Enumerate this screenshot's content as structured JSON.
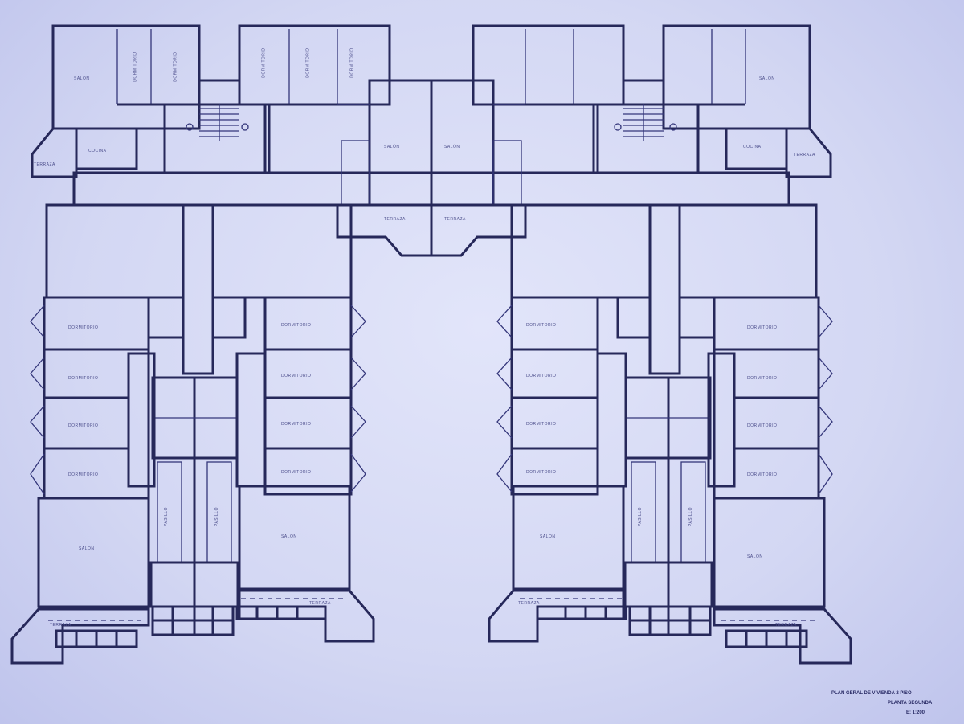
{
  "drawing": {
    "labels": {
      "salon": "SALÓN",
      "dormitorio": "DORMITORIO",
      "terraza": "TERRAZA",
      "cocina": "COCINA",
      "pasillo": "PASILLO"
    },
    "title_block": {
      "line1": "PLAN GERAL DE VIVIENDA 2 PISO",
      "line2": "PLANTA SEGUNDA",
      "line3": "E: 1:200"
    }
  }
}
